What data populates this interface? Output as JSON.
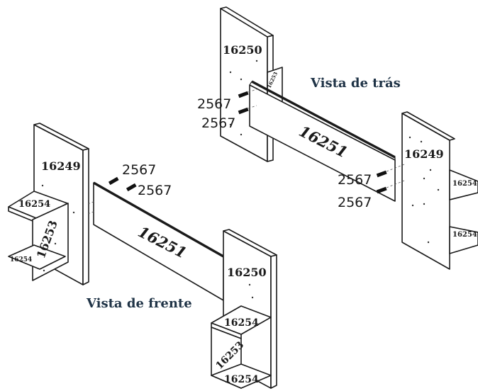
{
  "views": {
    "back_title": "Vista de trás",
    "front_title": "Vista de frente"
  },
  "parts": {
    "side_left": "16249",
    "side_right": "16250",
    "beam": "16251",
    "divider": "16253",
    "shelf": "16254"
  },
  "hardware": {
    "dowel": "2567"
  }
}
